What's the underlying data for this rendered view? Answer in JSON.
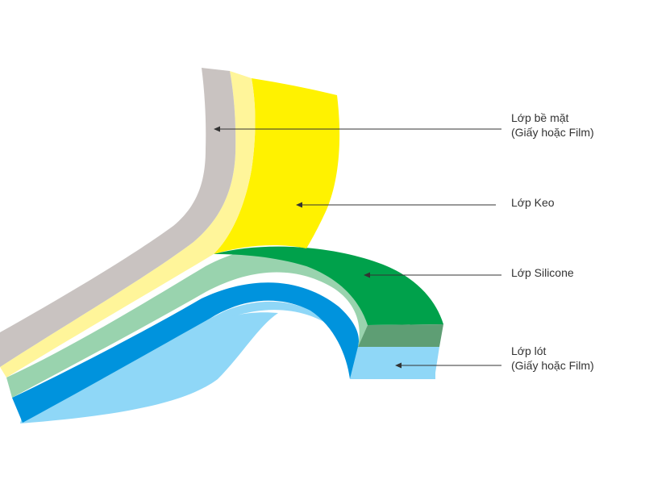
{
  "labels": {
    "surface_layer": {
      "line1": "Lớp bề mặt",
      "line2": "(Giấy hoặc Film)"
    },
    "adhesive_layer": {
      "line1": "Lớp Keo"
    },
    "silicone_layer": {
      "line1": "Lớp Silicone"
    },
    "liner_layer": {
      "line1": "Lớp lót",
      "line2": "(Giấy hoặc Film)"
    }
  },
  "colors": {
    "background": "#ffffff",
    "surface_gray": "#c9c3c1",
    "adhesive_light": "#fff59a",
    "adhesive_yellow": "#fff200",
    "silicone_light": "#99d3ae",
    "silicone_green": "#00a14b",
    "silicone_edge": "#5e9e74",
    "liner_blue": "#0093dd",
    "liner_light": "#8fd7f7",
    "arrow": "#333333"
  }
}
